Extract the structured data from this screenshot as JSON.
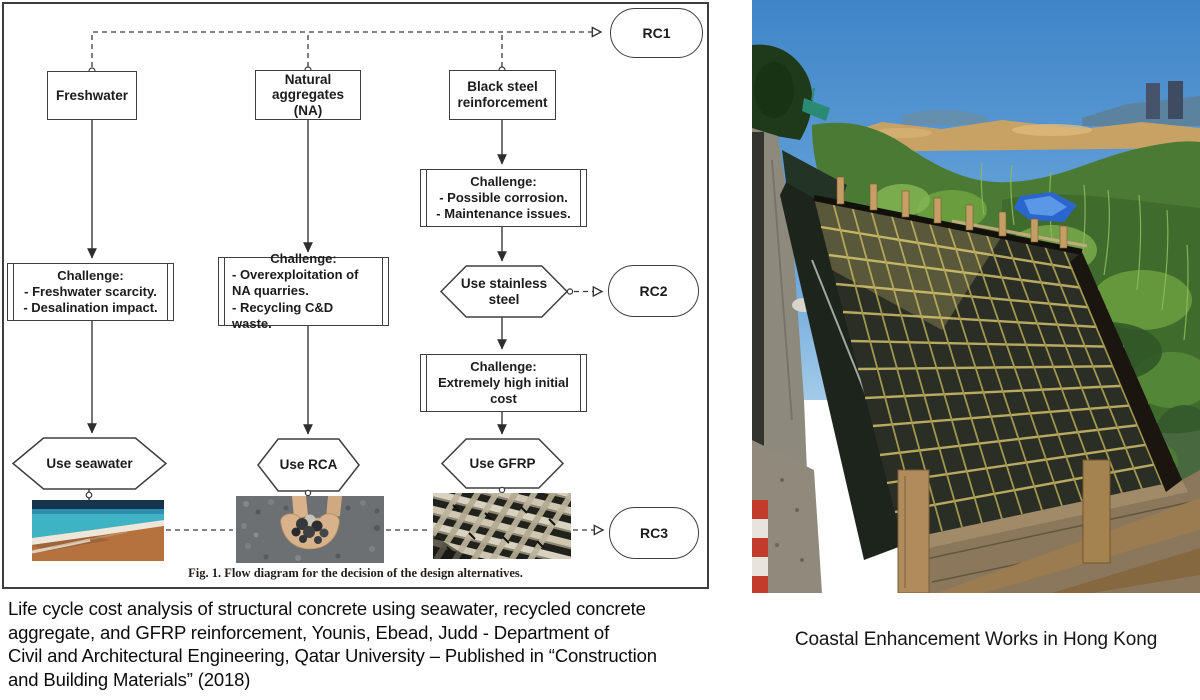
{
  "figure_caption": {
    "label": "Fig. 1.",
    "text": "Flow diagram for the decision of the design alternatives."
  },
  "flowchart": {
    "terminators": {
      "rc1": "RC1",
      "rc2": "RC2",
      "rc3": "RC3"
    },
    "sources": {
      "freshwater": "Freshwater",
      "aggregates": "Natural aggregates (NA)",
      "steel": "Black steel reinforcement"
    },
    "challenges": {
      "freshwater": {
        "title": "Challenge:",
        "items": [
          "- Freshwater scarcity.",
          "- Desalination impact."
        ]
      },
      "aggregates": {
        "title": "Challenge:",
        "items": [
          "- Overexploitation of NA quarries.",
          "- Recycling C&D waste."
        ]
      },
      "steel_corrosion": {
        "title": "Challenge:",
        "items": [
          "- Possible corrosion.",
          "- Maintenance issues."
        ]
      },
      "steel_cost": {
        "title": "Challenge:",
        "items": [
          "Extremely high initial cost"
        ]
      }
    },
    "decisions": {
      "seawater": "Use seawater",
      "rca": "Use RCA",
      "stainless": "Use stainless steel",
      "gfrp": "Use GFRP"
    },
    "photo_labels": {
      "seawater": "seawater-beach-photo",
      "rca": "hands-holding-recycled-aggregate-photo",
      "gfrp": "gfrp-bar-grid-photo"
    }
  },
  "left_caption": {
    "lines": [
      "Life cycle cost analysis of structural concrete using seawater, recycled concrete",
      "aggregate, and GFRP reinforcement, Younis, Ebead, Judd - Department of",
      "Civil and Architectural Engineering, Qatar University – Published in “Construction",
      "and Building Materials” (2018)"
    ]
  },
  "right_caption": {
    "text": "Coastal Enhancement Works in Hong Kong"
  },
  "colors": {
    "diagram_line": "#3a3a3a",
    "diagram_text": "#1c1c1c",
    "caption_text": "#0c0c0c"
  }
}
